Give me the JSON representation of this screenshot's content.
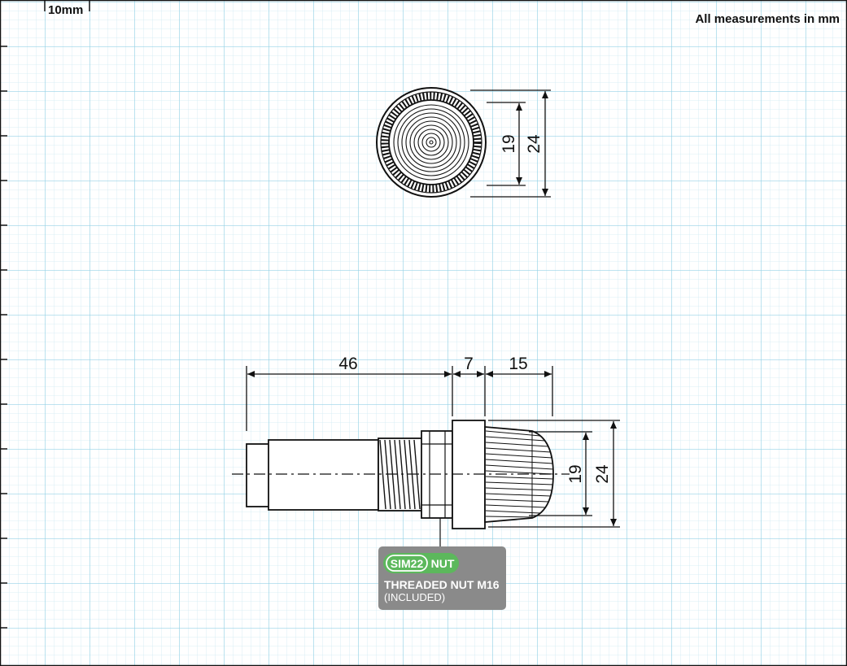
{
  "scale_label": "10mm",
  "units_note": "All measurements in mm",
  "front_view": {
    "inner_diameter": "19",
    "outer_diameter": "24"
  },
  "side_view": {
    "body_length": "46",
    "nut_length": "7",
    "lens_length": "15",
    "lens_inner_diameter": "19",
    "lens_outer_diameter": "24"
  },
  "callout": {
    "badge_sim": "SIM22",
    "badge_nut": "NUT",
    "title": "THREADED NUT M16",
    "subtitle": "(INCLUDED)",
    "colors": {
      "panel": "#8a8a8a",
      "badge": "#5cb85c"
    }
  },
  "colors": {
    "grid_minor": "#cdeaf2",
    "grid_major": "#8fd0e4",
    "ink": "#111111"
  }
}
